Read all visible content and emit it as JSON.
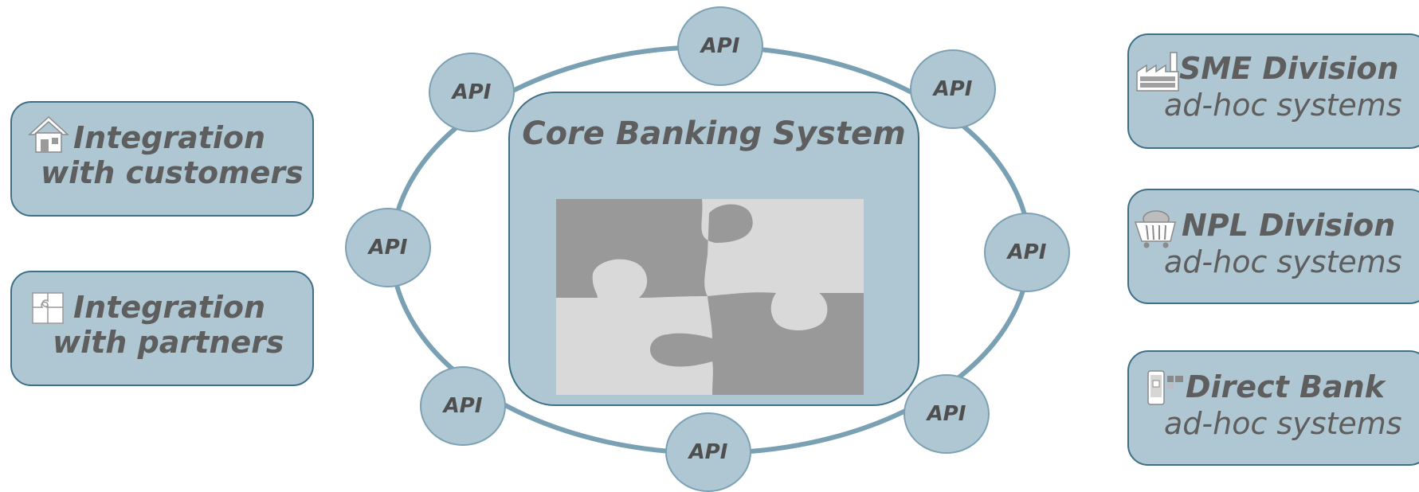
{
  "core": {
    "title": "Core Banking System"
  },
  "api_label": "API",
  "api_nodes": [
    {
      "id": "top",
      "label": "API"
    },
    {
      "id": "top-left",
      "label": "API"
    },
    {
      "id": "top-right",
      "label": "API"
    },
    {
      "id": "left",
      "label": "API"
    },
    {
      "id": "right",
      "label": "API"
    },
    {
      "id": "bottom-left",
      "label": "API"
    },
    {
      "id": "bottom-right",
      "label": "API"
    },
    {
      "id": "bottom",
      "label": "API"
    }
  ],
  "left_boxes": [
    {
      "line1": "Integration",
      "line2": "with customers",
      "icon": "house-icon"
    },
    {
      "line1": "Integration",
      "line2": "with partners",
      "icon": "puzzle-icon"
    }
  ],
  "right_boxes": [
    {
      "line1": "SME Division",
      "line2": "ad-hoc systems",
      "icon": "factory-icon"
    },
    {
      "line1": "NPL Division",
      "line2": "ad-hoc systems",
      "icon": "cart-icon"
    },
    {
      "line1": "Direct Bank",
      "line2": "ad-hoc systems",
      "icon": "mobile-devices-icon"
    }
  ],
  "colors": {
    "box_fill": "#afc7d3",
    "box_border": "#3e6f88",
    "ring": "#7aa0b3",
    "text": "#5e5e5e",
    "puzzle_dark": "#999999",
    "puzzle_light": "#d9d9d9"
  }
}
